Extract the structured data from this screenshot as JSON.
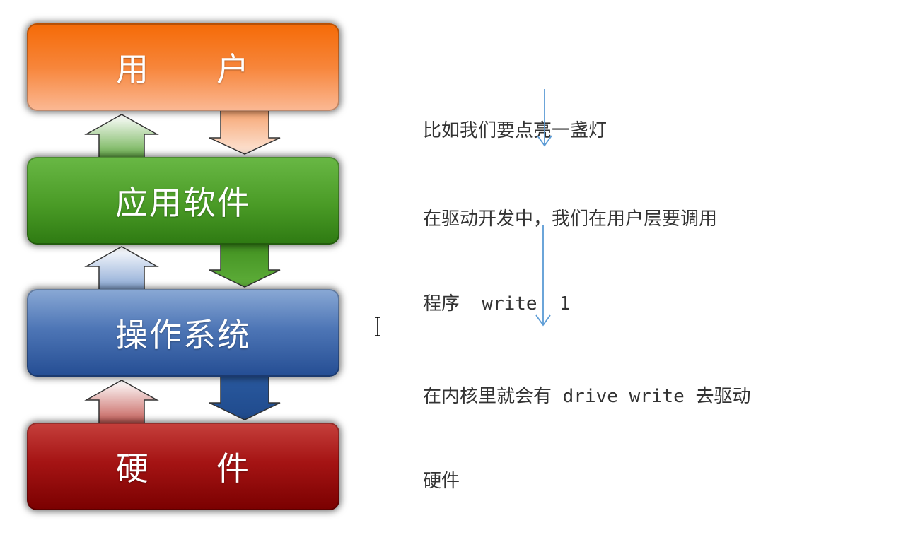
{
  "diagram": {
    "layers": [
      {
        "id": "user",
        "chars": [
          "用",
          "户"
        ]
      },
      {
        "id": "app",
        "label": "应用软件"
      },
      {
        "id": "os",
        "label": "操作系统"
      },
      {
        "id": "hardware",
        "chars": [
          "硬",
          "件"
        ]
      }
    ],
    "colors": {
      "user": "#f56a06",
      "app": "#4a9b26",
      "os": "#244d93",
      "hardware": "#a51414",
      "flow_arrow": "#5b9bd5"
    }
  },
  "notes": {
    "note1_line1": "比如我们要点亮一盏灯",
    "note2_line1": "在驱动开发中，我们在用户层要调用",
    "note2_line2": "程序  write  1",
    "note3_line1": "在内核里就会有 drive_write 去驱动",
    "note3_line2": "硬件"
  },
  "icons": {
    "text_cursor": "i-beam-cursor-icon"
  }
}
